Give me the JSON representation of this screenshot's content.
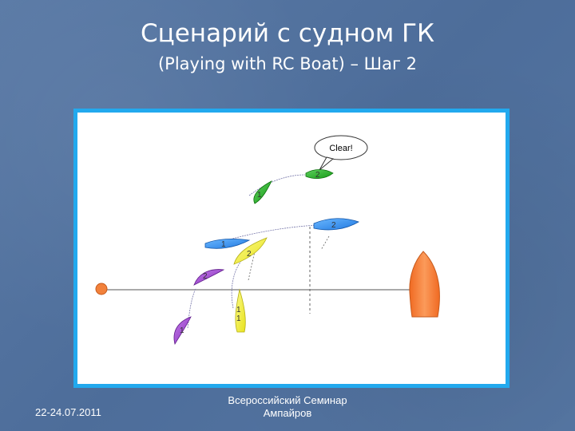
{
  "slide": {
    "title": "Сценарий с судном ГК",
    "subtitle": "(Playing with RC Boat) – Шаг 2"
  },
  "diagram": {
    "bubble_text": "Clear!",
    "boats": {
      "green_2": "2",
      "green_1": "1",
      "blue_2": "2",
      "blue_1": "1",
      "yellow_2": "2",
      "yellow_1": "1",
      "purple_2": "2",
      "purple_1": "1"
    },
    "colors": {
      "frame": "#22a9ee",
      "green": "#22aa22",
      "blue": "#2a8ff0",
      "yellow": "#f2ee3a",
      "purple": "#9a40c8",
      "orange": "#f2813b"
    }
  },
  "footer": {
    "date": "22-24.07.2011",
    "line1": "Всероссийский Семинар",
    "line2": "Ампайров"
  }
}
